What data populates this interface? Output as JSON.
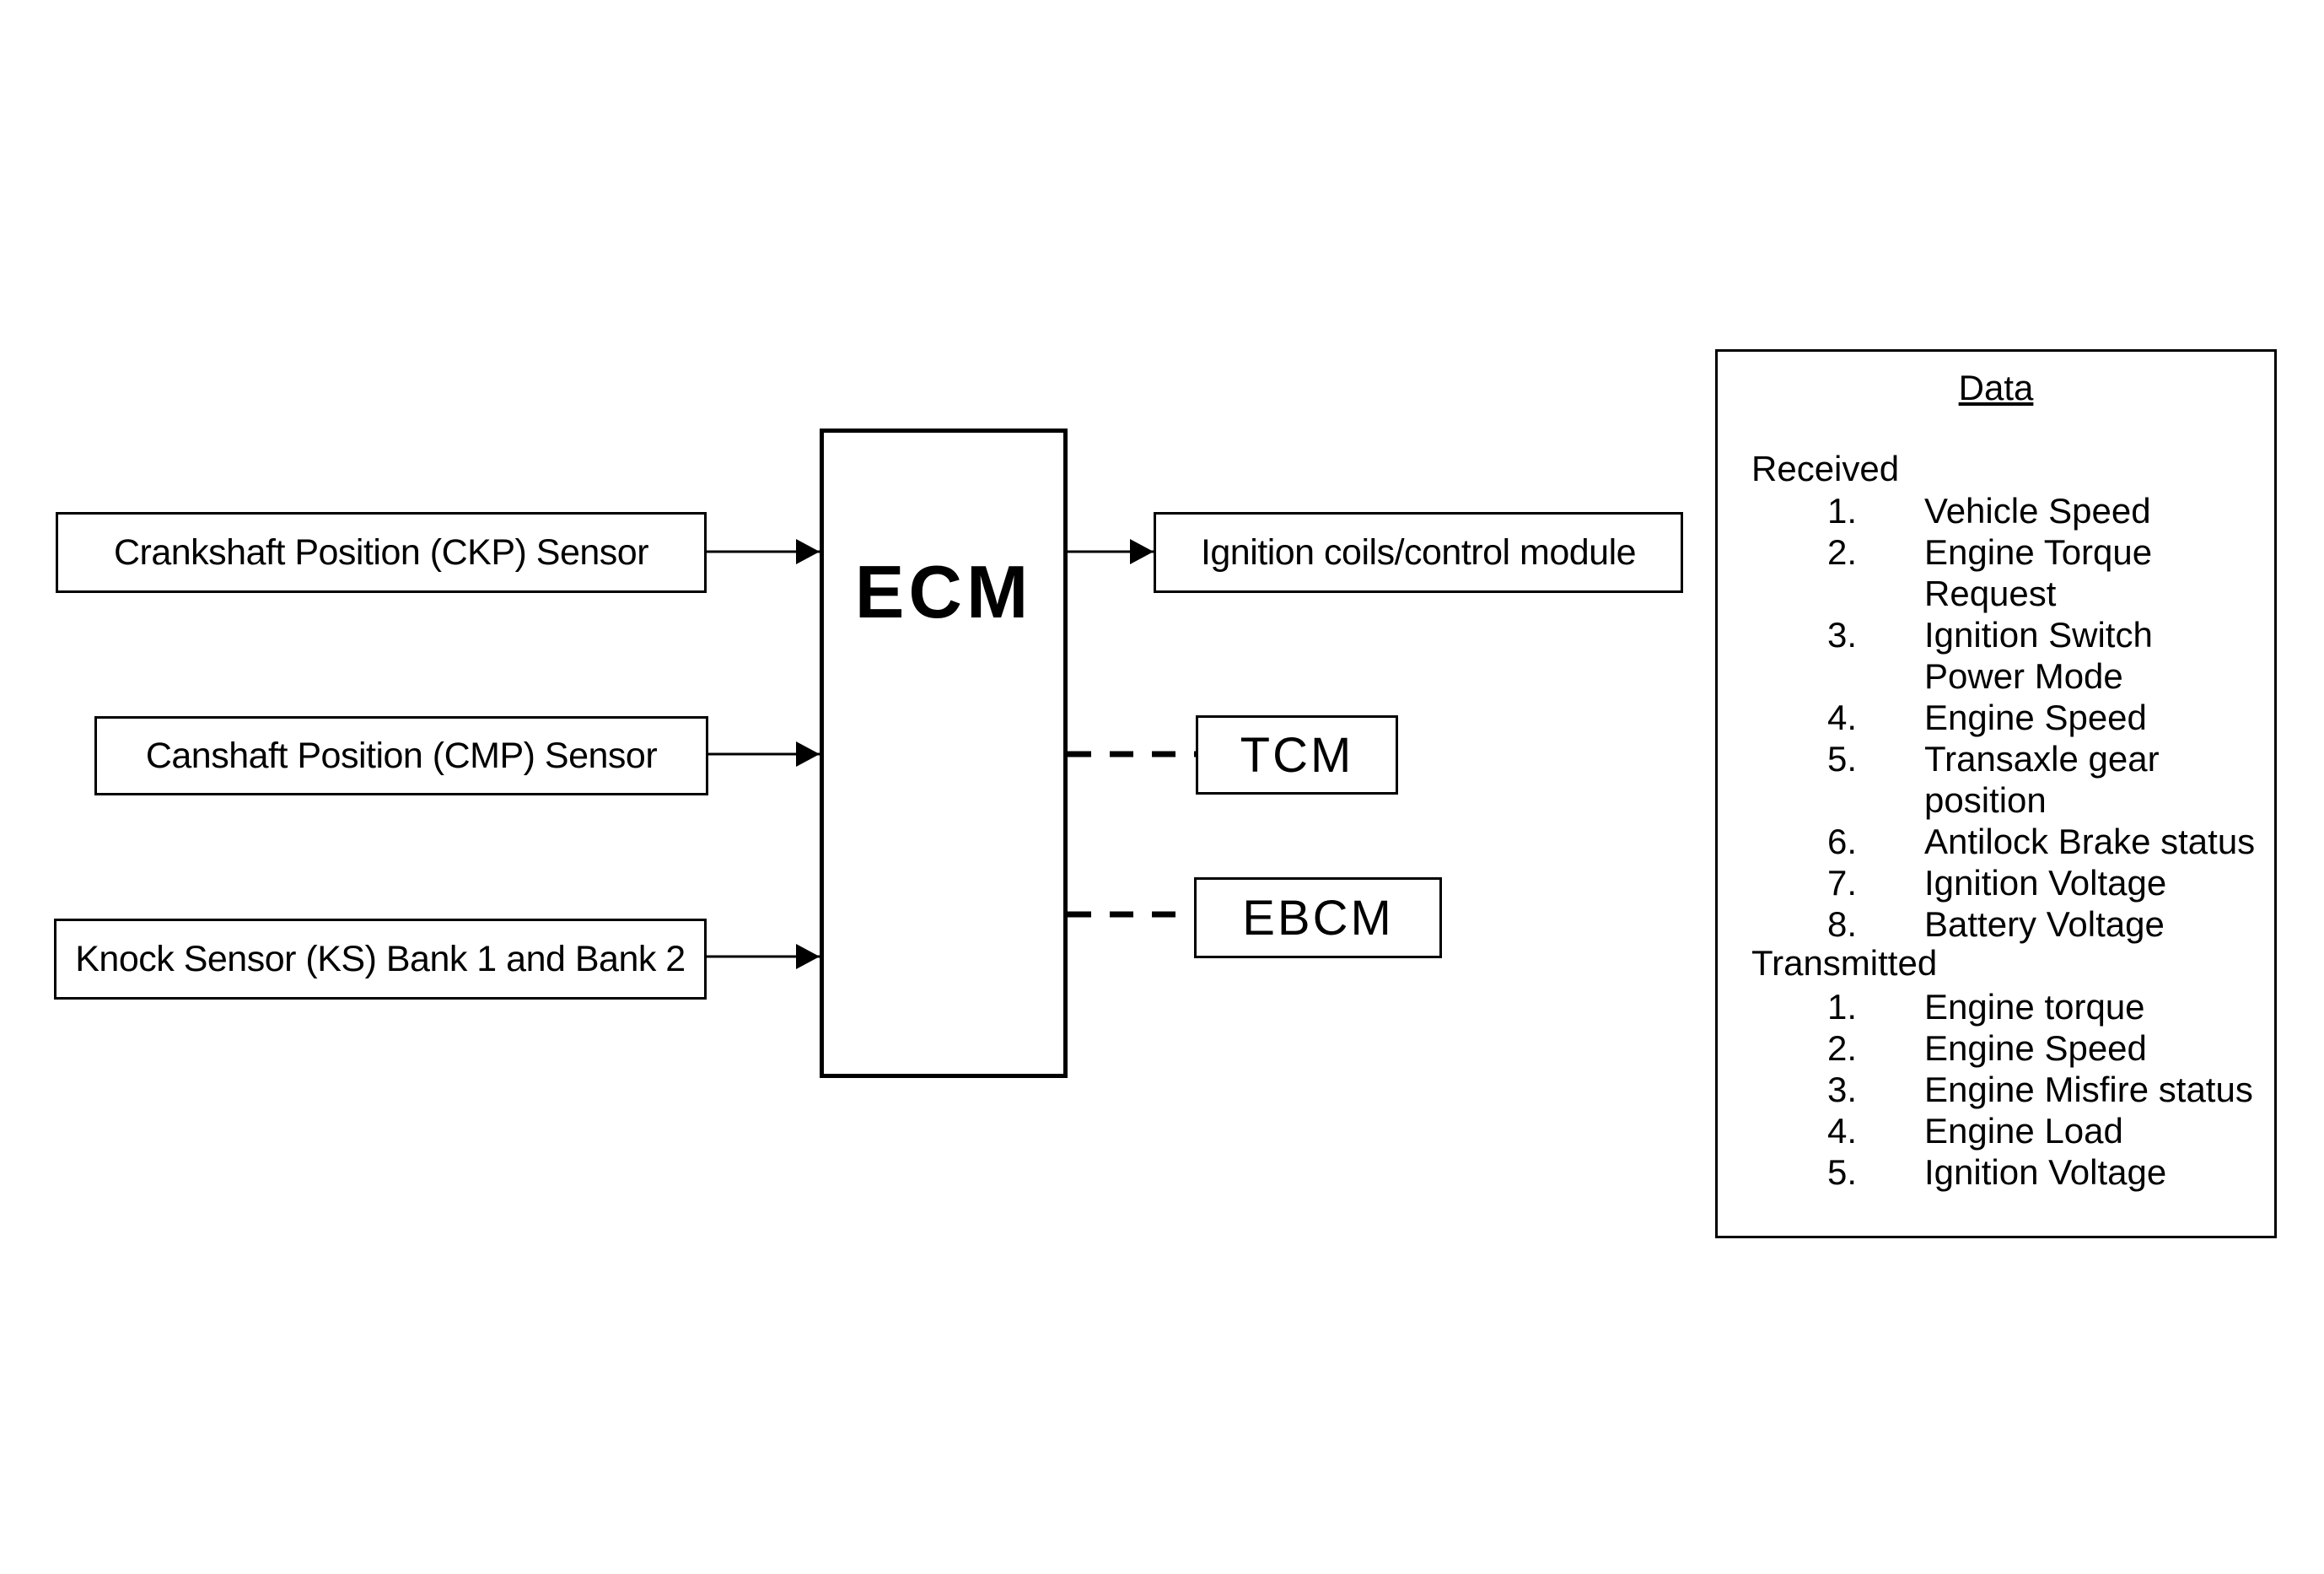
{
  "diagram": {
    "ecm_label": "ECM",
    "inputs": [
      {
        "label": "Crankshaft Position (CKP) Sensor"
      },
      {
        "label": "Canshaft Position (CMP) Sensor"
      },
      {
        "label": "Knock Sensor (KS) Bank 1 and Bank 2"
      }
    ],
    "outputs": [
      {
        "label": "Ignition coils/control module"
      }
    ],
    "data_links": [
      {
        "label": "TCM"
      },
      {
        "label": "EBCM"
      }
    ]
  },
  "data_panel": {
    "title": "Data",
    "received": {
      "heading": "Received",
      "items": [
        {
          "num": "1.",
          "text": "Vehicle Speed"
        },
        {
          "num": "2.",
          "text": "Engine Torque Request"
        },
        {
          "num": "3.",
          "text": "Ignition Switch Power Mode"
        },
        {
          "num": "4.",
          "text": "Engine Speed"
        },
        {
          "num": "5.",
          "text": "Transaxle gear position"
        },
        {
          "num": "6.",
          "text": "Antilock Brake status"
        },
        {
          "num": "7.",
          "text": "Ignition Voltage"
        },
        {
          "num": "8.",
          "text": "Battery Voltage"
        }
      ]
    },
    "transmitted": {
      "heading": "Transmitted",
      "items": [
        {
          "num": "1.",
          "text": "Engine torque"
        },
        {
          "num": "2.",
          "text": "Engine Speed"
        },
        {
          "num": "3.",
          "text": "Engine Misfire status"
        },
        {
          "num": "4.",
          "text": "Engine Load"
        },
        {
          "num": "5.",
          "text": "Ignition Voltage"
        }
      ]
    }
  }
}
